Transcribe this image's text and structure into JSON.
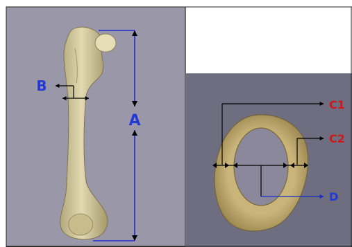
{
  "labels": {
    "a": "A",
    "b": "B",
    "c1": "C1",
    "c2": "C2",
    "d": "D"
  },
  "colors": {
    "left_panel_bg": "#9a98a8",
    "right_panel_bg": "#6f6d80",
    "blue_label": "#2438d8",
    "red_label": "#d01818",
    "bone_fill": "#d9cfa6",
    "bone_shadow": "#a89c6c",
    "ring_fill": "#b5a168",
    "cavity_fill": "#8a889a"
  },
  "icons": {
    "left_image": "femur-bone",
    "right_image": "bone-cross-section"
  }
}
